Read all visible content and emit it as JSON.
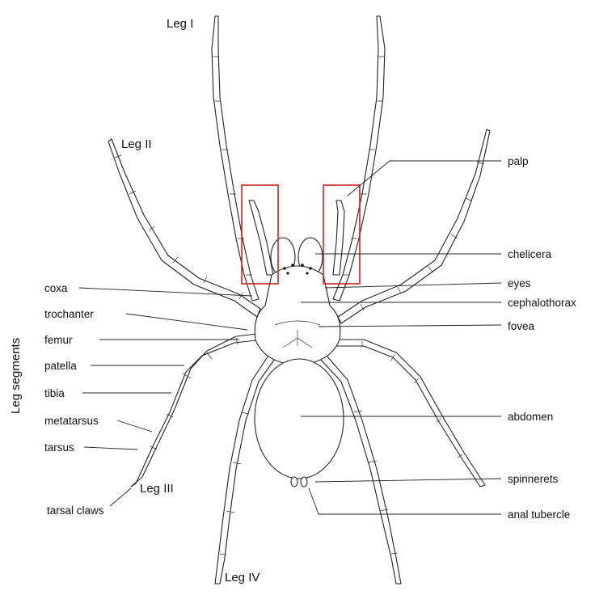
{
  "legs": {
    "leg1": "Leg I",
    "leg2": "Leg II",
    "leg3": "Leg III",
    "leg4": "Leg IV"
  },
  "segments_title": "Leg segments",
  "segments": {
    "coxa": "coxa",
    "trochanter": "trochanter",
    "femur": "femur",
    "patella": "patella",
    "tibia": "tibia",
    "metatarsus": "metatarsus",
    "tarsus": "tarsus",
    "tarsal_claws": "tarsal claws"
  },
  "body_parts": {
    "palp": "palp",
    "chelicera": "chelicera",
    "eyes": "eyes",
    "cephalothorax": "cephalothorax",
    "fovea": "fovea",
    "abdomen": "abdomen",
    "spinnerets": "spinnerets",
    "anal_tubercle": "anal tubercle"
  },
  "colors": {
    "highlight_box": "#cc2222",
    "line": "#222222"
  }
}
